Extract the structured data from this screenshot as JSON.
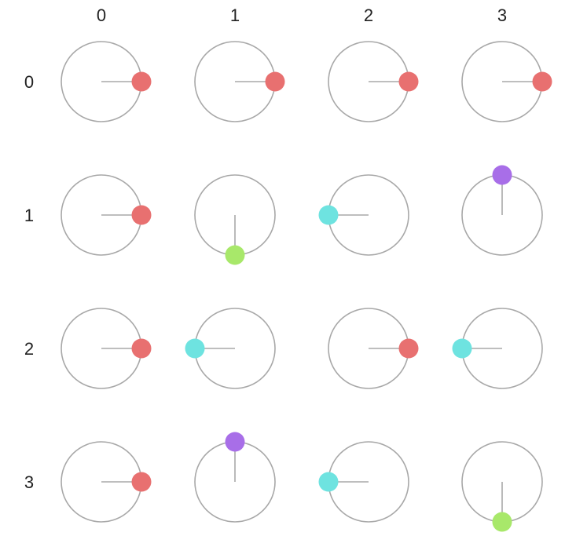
{
  "grid": {
    "column_labels": [
      "0",
      "1",
      "2",
      "3"
    ],
    "row_labels": [
      "0",
      "1",
      "2",
      "3"
    ],
    "cells": [
      [
        {
          "angle_deg": 0,
          "color": "red"
        },
        {
          "angle_deg": 0,
          "color": "red"
        },
        {
          "angle_deg": 0,
          "color": "red"
        },
        {
          "angle_deg": 0,
          "color": "red"
        }
      ],
      [
        {
          "angle_deg": 0,
          "color": "red"
        },
        {
          "angle_deg": 270,
          "color": "green"
        },
        {
          "angle_deg": 180,
          "color": "cyan"
        },
        {
          "angle_deg": 90,
          "color": "purple"
        }
      ],
      [
        {
          "angle_deg": 0,
          "color": "red"
        },
        {
          "angle_deg": 180,
          "color": "cyan"
        },
        {
          "angle_deg": 0,
          "color": "red"
        },
        {
          "angle_deg": 180,
          "color": "cyan"
        }
      ],
      [
        {
          "angle_deg": 0,
          "color": "red"
        },
        {
          "angle_deg": 90,
          "color": "purple"
        },
        {
          "angle_deg": 180,
          "color": "cyan"
        },
        {
          "angle_deg": 270,
          "color": "green"
        }
      ]
    ]
  },
  "colors": {
    "red": "#e87070",
    "green": "#a8e86a",
    "cyan": "#6ee3e0",
    "purple": "#a86ee8",
    "circle_stroke": "#a8a8a8",
    "hand_stroke": "#a8a8a8",
    "label_text": "#222222"
  }
}
